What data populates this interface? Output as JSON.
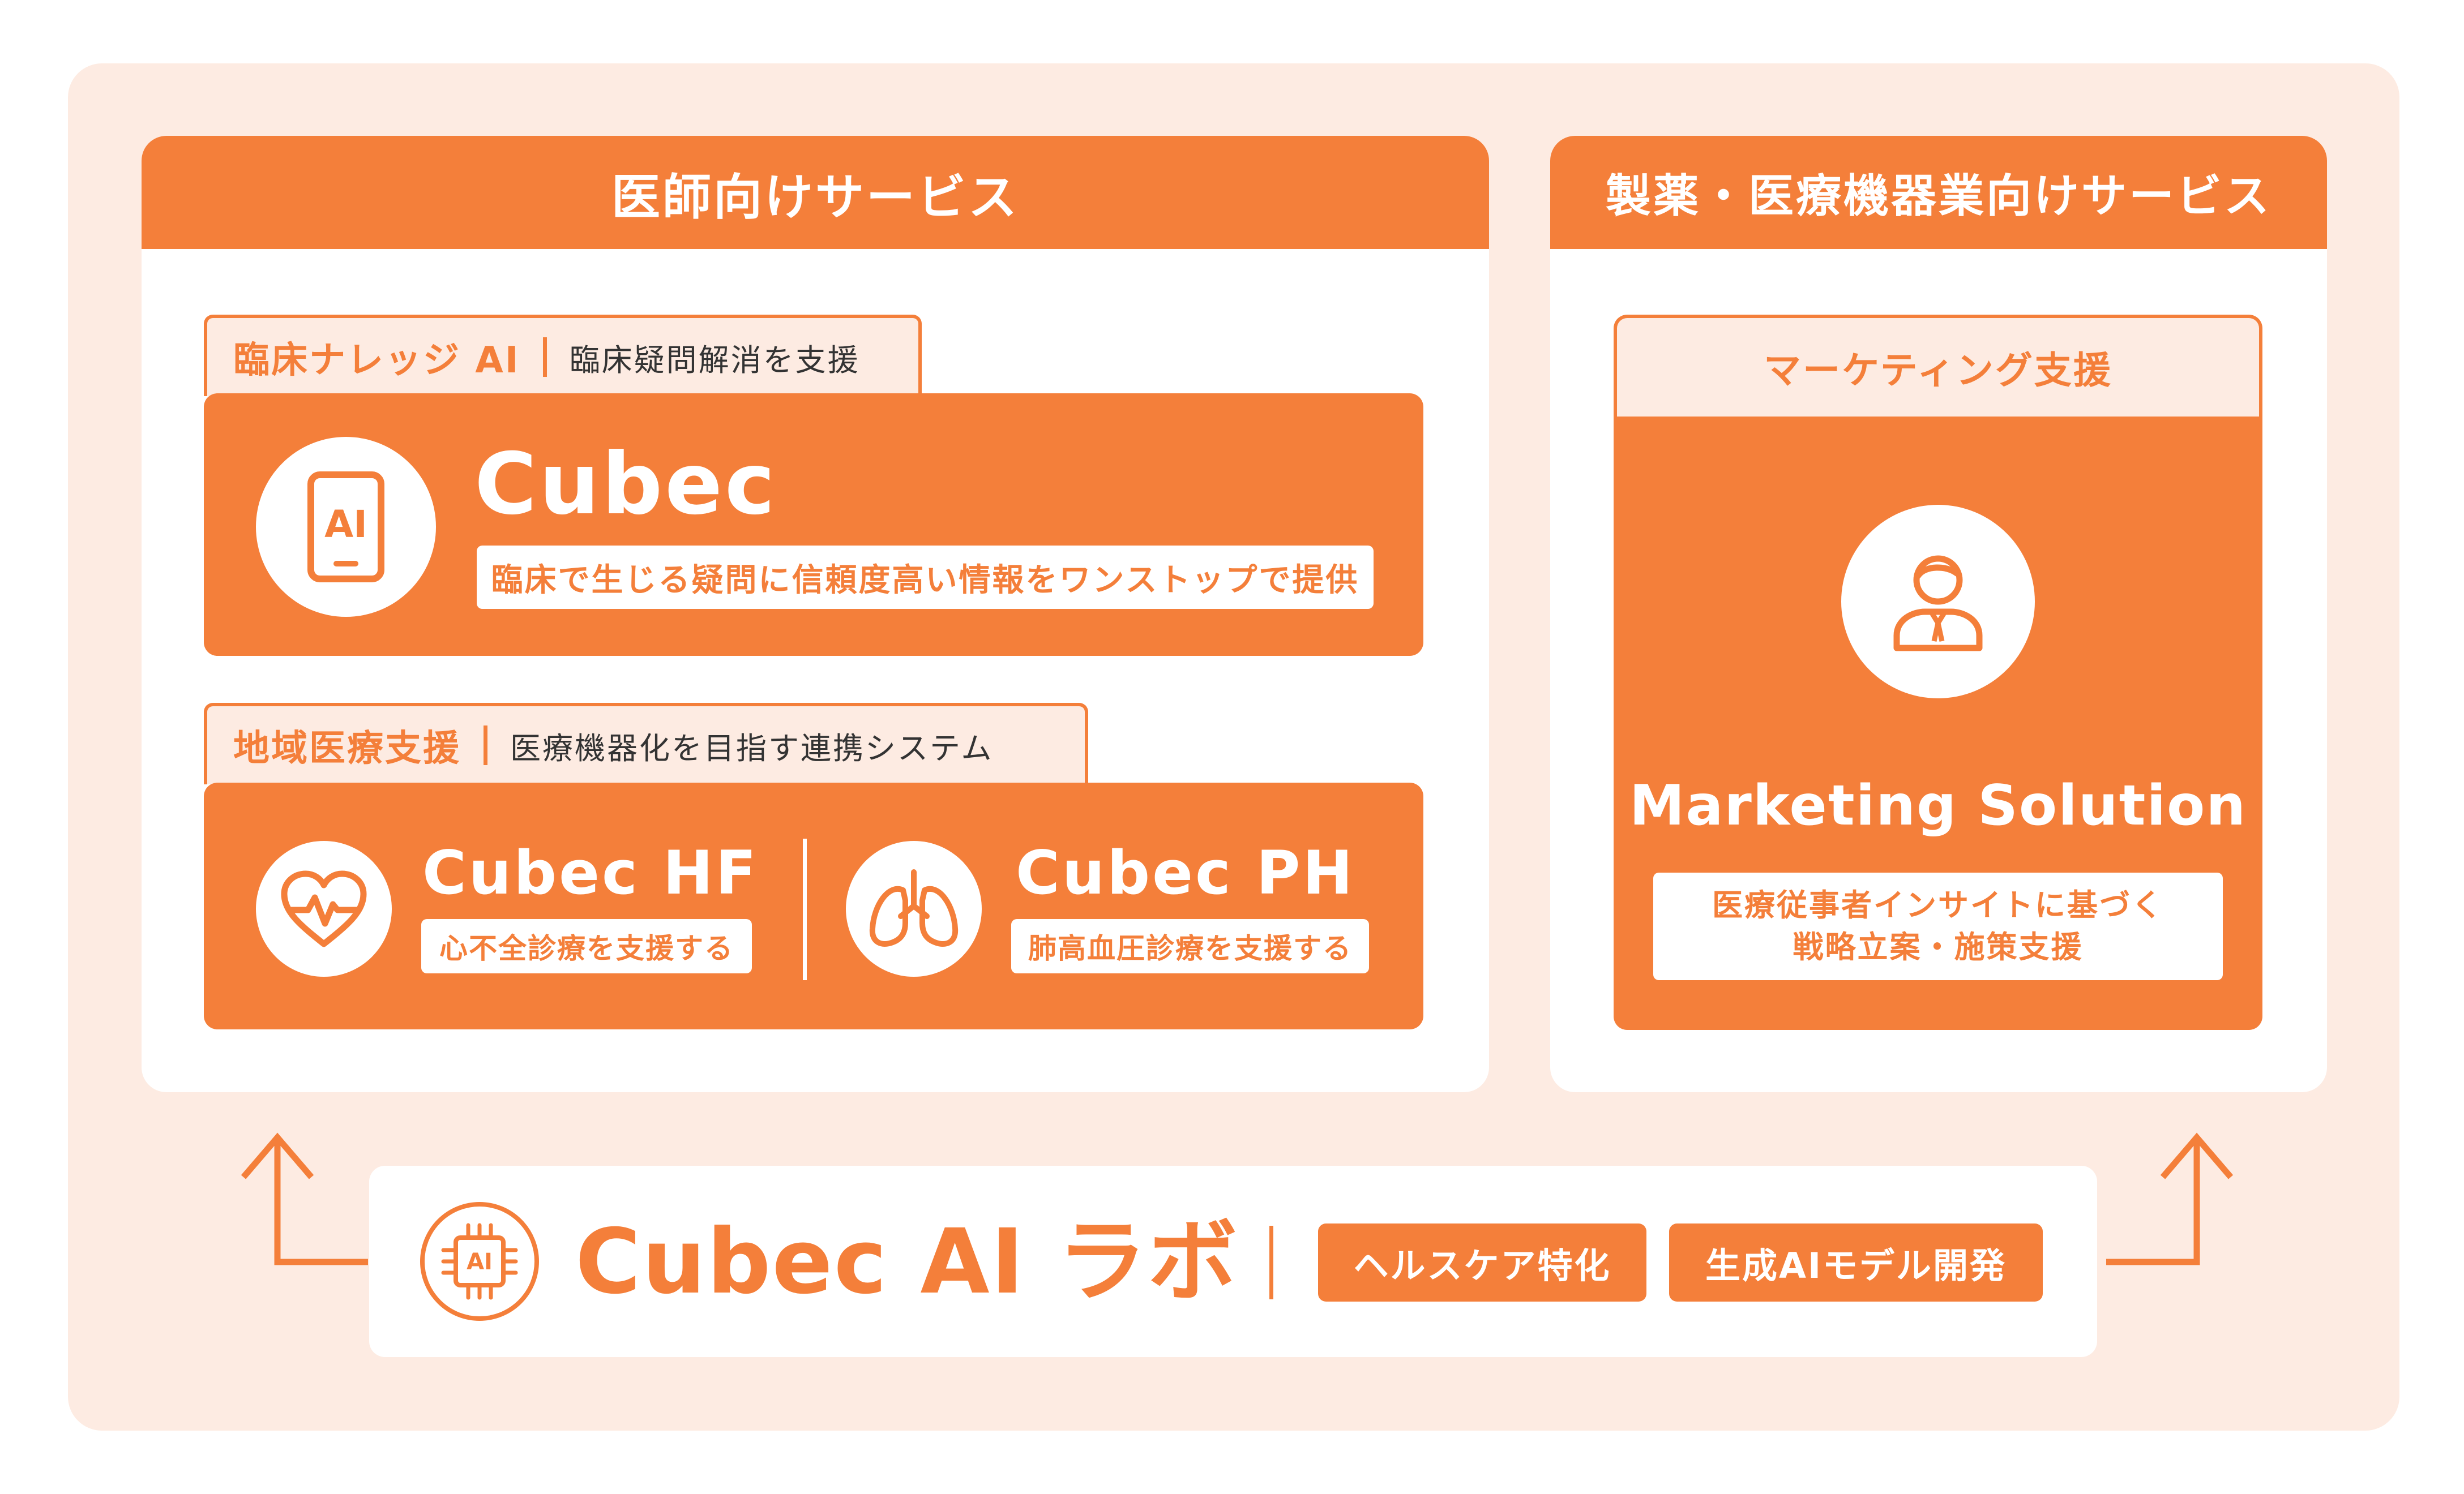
{
  "doctor_services": {
    "header": "医師向けサービス",
    "knowledge": {
      "tab_title": "臨床ナレッジ AI",
      "tab_subtitle": "臨床疑問解消を支援",
      "product_name": "Cubec",
      "description": "臨床で生じる疑問に信頼度高い情報をワンストップで提供",
      "icon_label": "AI"
    },
    "regional": {
      "tab_title": "地域医療支援",
      "tab_subtitle": "医療機器化を目指す連携システム",
      "products": [
        {
          "name": "Cubec HF",
          "description": "心不全診療を支援する"
        },
        {
          "name": "Cubec PH",
          "description": "肺高血圧診療を支援する"
        }
      ]
    }
  },
  "pharma_services": {
    "header": "製薬・医療機器業向けサービス",
    "tab_title": "マーケティング支援",
    "product_name": "Marketing Solution",
    "description_line1": "医療従事者インサイトに基づく",
    "description_line2": "戦略立案・施策支援"
  },
  "lab": {
    "title": "Cubec AI ラボ",
    "icon_label": "AI",
    "badges": [
      "ヘルスケア特化",
      "生成AIモデル開発"
    ]
  },
  "colors": {
    "accent": "#f47f3a",
    "background_panel": "#fdebe2",
    "card": "#ffffff"
  }
}
